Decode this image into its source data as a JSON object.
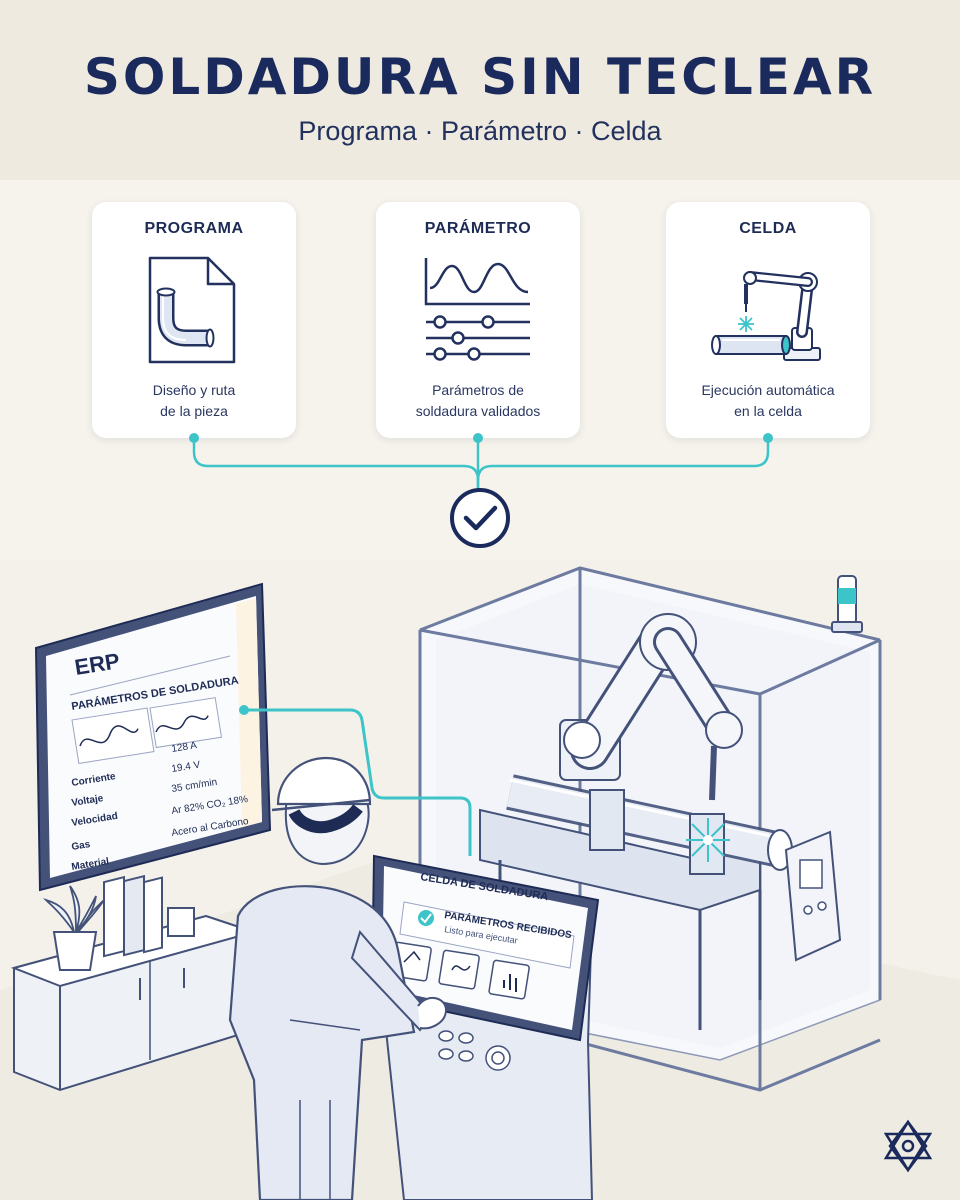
{
  "header": {
    "title": "SOLDADURA SIN TECLEAR",
    "subtitle": "Programa · Parámetro · Celda"
  },
  "cards": [
    {
      "title": "PROGRAMA",
      "desc_line1": "Diseño y ruta",
      "desc_line2": "de la pieza",
      "icon": "pipe-document-icon"
    },
    {
      "title": "PARÁMETRO",
      "desc_line1": "Parámetros de",
      "desc_line2": "soldadura validados",
      "icon": "waveform-sliders-icon"
    },
    {
      "title": "CELDA",
      "desc_line1": "Ejecución automática",
      "desc_line2": "en la celda",
      "icon": "welding-robot-icon"
    }
  ],
  "erp_screen": {
    "title": "ERP",
    "heading": "PARÁMETROS DE SOLDADURA",
    "labels": [
      "Corriente",
      "Voltaje",
      "Velocidad",
      "Gas",
      "Material"
    ],
    "values": [
      "128 A",
      "19.4 V",
      "35 cm/min",
      "Ar 82%  CO₂ 18%",
      "Acero al Carbono"
    ]
  },
  "cell_terminal": {
    "title": "CELDA DE SOLDADURA",
    "status": "PARÁMETROS RECIBIDOS",
    "status_sub": "Listo para ejecutar"
  },
  "colors": {
    "navy": "#1a2a5c",
    "teal": "#3cc4c9",
    "background": "#f6f3ec",
    "card": "#ffffff",
    "line_art": "#44527a"
  }
}
